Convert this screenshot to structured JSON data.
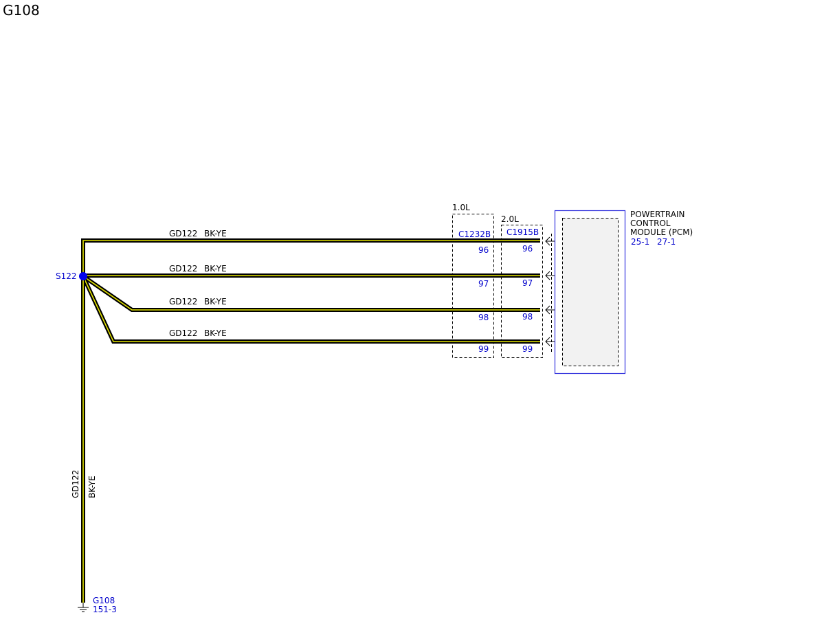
{
  "page": {
    "title": "G108"
  },
  "wires": [
    {
      "circuit": "GD122",
      "color_code": "BK-YE"
    },
    {
      "circuit": "GD122",
      "color_code": "BK-YE"
    },
    {
      "circuit": "GD122",
      "color_code": "BK-YE"
    },
    {
      "circuit": "GD122",
      "color_code": "BK-YE"
    }
  ],
  "trunk": {
    "circuit": "GD122",
    "color_code": "BK-YE"
  },
  "splice": {
    "id": "S122"
  },
  "ground": {
    "id": "G108",
    "ref": "151-3"
  },
  "connectors": [
    {
      "variant": "1.0L",
      "id": "C1232B",
      "pins": [
        "96",
        "97",
        "98",
        "99"
      ]
    },
    {
      "variant": "2.0L",
      "id": "C1915B",
      "pins": [
        "96",
        "97",
        "98",
        "99"
      ]
    }
  ],
  "module": {
    "name_lines": [
      "POWERTRAIN",
      "CONTROL",
      "MODULE (PCM)"
    ],
    "refs": [
      "25-1",
      "27-1"
    ]
  },
  "colors": {
    "wire_base": "#000000",
    "wire_stripe": "#e6e600",
    "reference_text": "#0000cc",
    "module_border": "#3333dd",
    "module_fill": "#f2f2f2",
    "splice_dot": "#0000ee"
  }
}
